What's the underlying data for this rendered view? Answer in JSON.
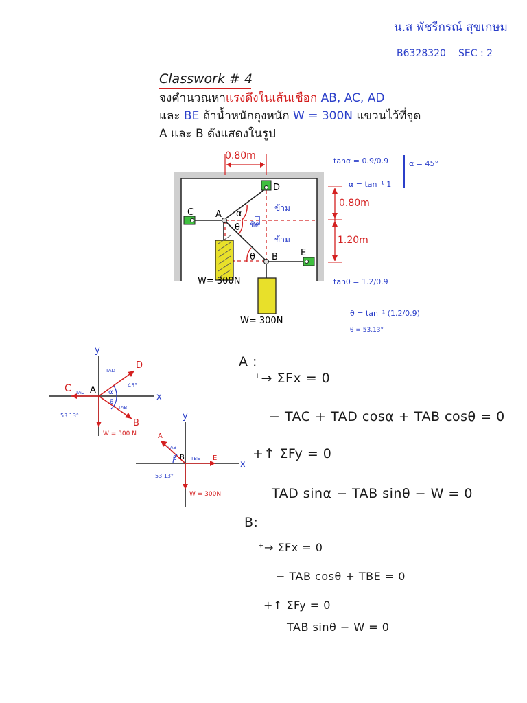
{
  "header": {
    "student_name": "น.ส พัชรีกรณ์ สุขเกษม",
    "student_id": "B6328320",
    "section": "SEC : 2"
  },
  "title": "Classwork # 4",
  "problem": {
    "line1_a": "จงคำนวณหา",
    "line1_b": "แรงดึงในเส้นเชือก",
    "line1_c": "AB, AC, AD",
    "line2_a": "และ",
    "line2_b": "BE",
    "line2_c": "ถ้าน้ำหนักถุงหนัก",
    "line2_d": "W = 300N",
    "line2_e": "แขวนไว้ที่จุด",
    "line3": "A และ B ดังแสดงในรูป"
  },
  "diagram": {
    "dim_top": "0.80m",
    "dim_upper": "0.80m",
    "dim_lower": "1.20m",
    "labels": {
      "C": "C",
      "A": "A",
      "D": "D",
      "B": "B",
      "E": "E",
      "alpha": "α",
      "theta": "θ"
    },
    "weight_a": "W= 300N",
    "weight_b": "W= 300N",
    "note_kham1": "ข้าม",
    "note_kham2": "ข้าม",
    "note_chid": "ชิด"
  },
  "side_notes": {
    "tan_alpha": "tanα = 0.9/0.9",
    "alpha_eq": "α = tan⁻¹ 1",
    "alpha_val": "α = 45°",
    "tan_theta": "tanθ = 1.2/0.9",
    "theta_eq": "θ = tan⁻¹ (1.2/0.9)",
    "theta_val": "θ = 53.13°"
  },
  "fbd_a": {
    "x": "x",
    "y": "y",
    "C": "C",
    "D": "D",
    "B": "B",
    "A": "A",
    "tac": "TAC",
    "tad": "TAD",
    "tab": "TAB",
    "a45": "45°",
    "a53": "53.13°",
    "w": "W = 300 N",
    "alpha": "α",
    "theta": "θ"
  },
  "fbd_b": {
    "x": "x",
    "y": "y",
    "A": "A",
    "E": "E",
    "B": "B",
    "tab": "TAB",
    "tbe": "TBE",
    "a53": "53.13°",
    "w": "W = 300N",
    "theta": "θ"
  },
  "equations": {
    "a_head": "A :",
    "a_sfx": "⁺→ ΣFx = 0",
    "a_eq1": "− TAC + TAD cosα + TAB cosθ = 0",
    "a_sfy": "+↑ ΣFy = 0",
    "a_eq2": "TAD sinα − TAB sinθ − W = 0",
    "b_head": "B:",
    "b_sfx": "⁺→ ΣFx = 0",
    "b_eq1": "− TAB cosθ + TBE = 0",
    "b_sfy": "+↑ ΣFy = 0",
    "b_eq2": "TAB sinθ − W = 0"
  }
}
